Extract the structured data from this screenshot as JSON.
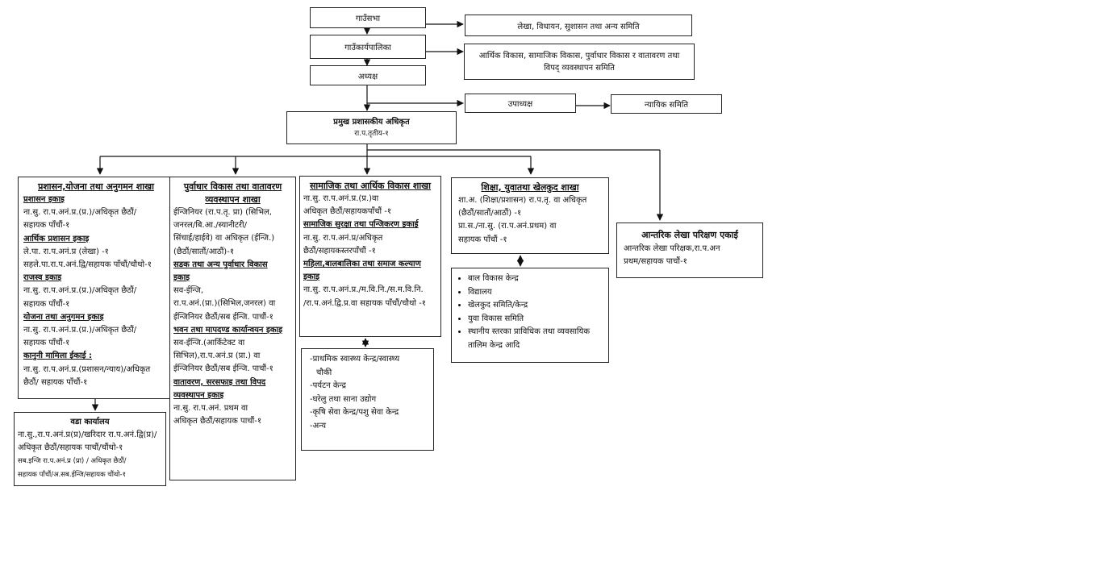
{
  "top": {
    "gaunsabha": "गाउँसभा",
    "karyapalika": "गाउँकार्यपालिका",
    "adhyaksha": "अध्यक्ष",
    "committee_lekha": "लेखा, विधायन, सुशासन तथा अन्य समिति",
    "committee_bikas_1": "आर्थिक विकास, सामाजिक विकास, पुर्वाधार विकास र वातावरण तथा",
    "committee_bikas_2": "विपद् व्यवस्थापन समिति",
    "upadhyaksha": "उपाध्यक्ष",
    "nyayik": "न्यायिक समिति",
    "cao_title": "प्रमुख प्रशासकीय अधिकृत",
    "cao_level": "रा.प.तृतीय-१"
  },
  "branch1": {
    "title": "प्रशासन,योजना तथा अनुगमन शाखा",
    "s1": "प्रशासन इकाइ",
    "l1": "ना.सु. रा.प.अनं.प्र.(प्र.)/अधिकृत छैठौं/",
    "l2": "सहायक पाँचौं-१",
    "s2": "आर्थिक प्रशासन इकाइ",
    "l3": "ले.पा. रा.प.अनं.प्र (लेखा) -१",
    "l4": "सहले.पा.रा.प.अनं.द्वि/सहायक पाँचौं/चौथो-१",
    "s3": "राजस्व इकाइ",
    "l5": "ना.सु. रा.प.अनं.प्र.(प्र.)/अधिकृत छैठौं/",
    "l6": "सहायक पाँचौं-१",
    "s4": "योजना तथा अनुगमन इकाइ",
    "l7": "ना.सु. रा.प.अनं.प्र.(प्र.)/अधिकृत छैठौं/",
    "l8": "सहायक पाँचौं-१",
    "s5": "कानुनी मामिला ईकाई :",
    "l9": "ना.सु. रा.प.अनं.प्र.(प्रशासन/न्याय)/अधिकृत",
    "l10": "छैठौं/ सहायक पाँचौं-१"
  },
  "ward": {
    "title": "वडा कार्यालय",
    "l1": "ना.सु.,रा.प.अनं.प्र(प्र)/खरिदार रा.प.अनं.द्वि(प्र)/",
    "l2": "अधिकृत छैठौं/सहायक पाचौं/चौंथो-१",
    "l3": "सब.इन्जि रा.प.अनं.प्र (प्रा) / अधिकृत छैठौं/",
    "l4": "सहायक पाँचौं/अ.सब.ईन्जि/सहायक चौंथो-१"
  },
  "branch2": {
    "title_1": "पुर्वाधार विकास तथा वातावरण",
    "title_2": "व्यवस्थापन शाखा",
    "l1": "ईन्जिनियर (रा.प.तृ. प्रा) (सिभिल,",
    "l2": "जनरल/बि.आ./स्यानीटरी/",
    "l3": "सिंचाई/हाईवे) वा अधिकृत (ईन्जि.)",
    "l4": "(छैठौं/सातौं/आठौं)-१",
    "s1_1": "सडक तथा अन्य पुर्वाधार विकास",
    "s1_2": "इकाइ",
    "l5": "सव-ईन्जि,",
    "l6": "रा.प.अनं.(प्रा.)(सिभिल,जनरल) वा",
    "l7": "ईन्जिनियर छैठौं/सब ईन्जि. पाचौं-१",
    "s2": "भवन तथा मापदण्ड कार्यान्वयन इकाइ",
    "l8": "सव-ईन्जि.(आर्किटेक्ट वा",
    "l9": "सिभिल),रा.प.अनं.प्र (प्रा.) वा",
    "l10": "ईन्जिनियर छैठौं/सब ईन्जि. पाचौं-१",
    "s3_1": "वातावरण, सरसफाइ तथा विपद",
    "s3_2": "व्यवस्थापन इकाइ",
    "l11": "ना.सु. रा.प.अनं. प्रथम वा",
    "l12": "अधिकृत छैठौं/सहायक पाचौं-१"
  },
  "branch3": {
    "title": "सामाजिक तथा आर्थिक विकास शाखा",
    "l1": "ना.सु. रा.प.अनं.प्र.(प्र.)वा",
    "l2": "अधिकृत छैठौं/सहायकपाँचौं -१",
    "s1": "सामाजिक सुरक्षा तथा पन्जिकरण इकाई",
    "l3": "ना.सु. रा.प.अनं.प्र/अधिकृत",
    "l4": "छैठौं/सहायकस्तरपाँचौं -१",
    "s2_1": "महिला,बालबालिका तथा समाज कल्याण",
    "s2_2": "इकाइ",
    "l5": "ना.सु. रा.प.अनं.प्र./म.वि.नि./स.म.वि.नि.",
    "l6": "/रा.प.अनं.द्वि.प्र.वा सहायक पाँचौं/चौथो -१",
    "units": [
      "-प्राथमिक स्वास्थ्य केन्द्र/स्वास्थ्य",
      "चौकी",
      "-पर्यटन केन्द्र",
      "-घरेलु तथा साना उद्योग",
      "-कृषि सेवा केन्द्र/पशु सेवा केन्द्र",
      "-अन्य"
    ]
  },
  "branch4": {
    "title": "शिक्षा, युवातथा खेलकुद शाखा",
    "l1": "शा.अ. (शिक्षा/प्रशासन) रा.प.तृ. वा अधिकृत",
    "l2": "(छैठौं/सातौं/आठौं) -१",
    "l3": "प्रा.स./ना.सु. (रा.प.अनं.प्रथम) वा",
    "l4": "सहायक पाँचौं -१",
    "units": [
      "बाल विकास केन्द्र",
      "विद्यालय",
      "खेलकुद समिति/केन्द्र",
      "युवा विकास समिति",
      "स्थानीय स्तरका प्राविधिक तथा व्यवसायिक",
      "तालिम केन्द्र आदि"
    ]
  },
  "branch5": {
    "title": "आन्तरिक लेखा परिक्षण एकाई",
    "l1": "आन्तरिक लेखा परिक्षक,रा.प.अन",
    "l2": "प्रथम/सहायक पाचौं-१"
  }
}
